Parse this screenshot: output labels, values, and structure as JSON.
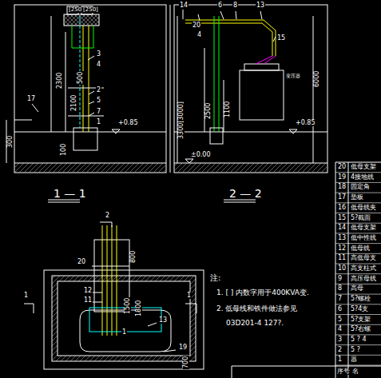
{
  "diagram": {
    "labels": [
      "[250]",
      "[250]",
      "3",
      "4",
      "500",
      "2100",
      "2300",
      "2",
      "5",
      "7",
      "1",
      "17",
      "300",
      "100",
      "+0.85",
      "1 — 1",
      "14",
      "20",
      "6",
      "8",
      "13",
      "4",
      "15",
      "变压器",
      "3300[3000]",
      "2500",
      "1100",
      "6000",
      "+0.85",
      "±0.00",
      "2 — 2",
      "2",
      "20",
      "800",
      "12",
      "11",
      "1500",
      "1800",
      "13",
      "1",
      "19",
      "700",
      "1",
      "1",
      "注:",
      "1. [ ] 内数字用于400KVA变.",
      "2. 低母线和铁件做法参见",
      "03D201-4 127?.",
      "20",
      "低母支架",
      "19",
      "4接地线",
      "18",
      "固定角",
      "17",
      "垫板",
      "16",
      "低母线夹",
      "15",
      "5?截面",
      "14",
      "低母支架",
      "13",
      "低中性线",
      "12",
      "低母线",
      "11",
      "高低母支",
      "10",
      "高支柱式",
      "9",
      "高压母线",
      "8",
      "高母",
      "7",
      "5?螺栓",
      "6",
      "5?4支",
      "5",
      "5?支架",
      "4",
      "5?右螺",
      "3",
      "5 ? 4",
      "2",
      "5 ?",
      "1",
      "器",
      "序号",
      "名"
    ]
  }
}
